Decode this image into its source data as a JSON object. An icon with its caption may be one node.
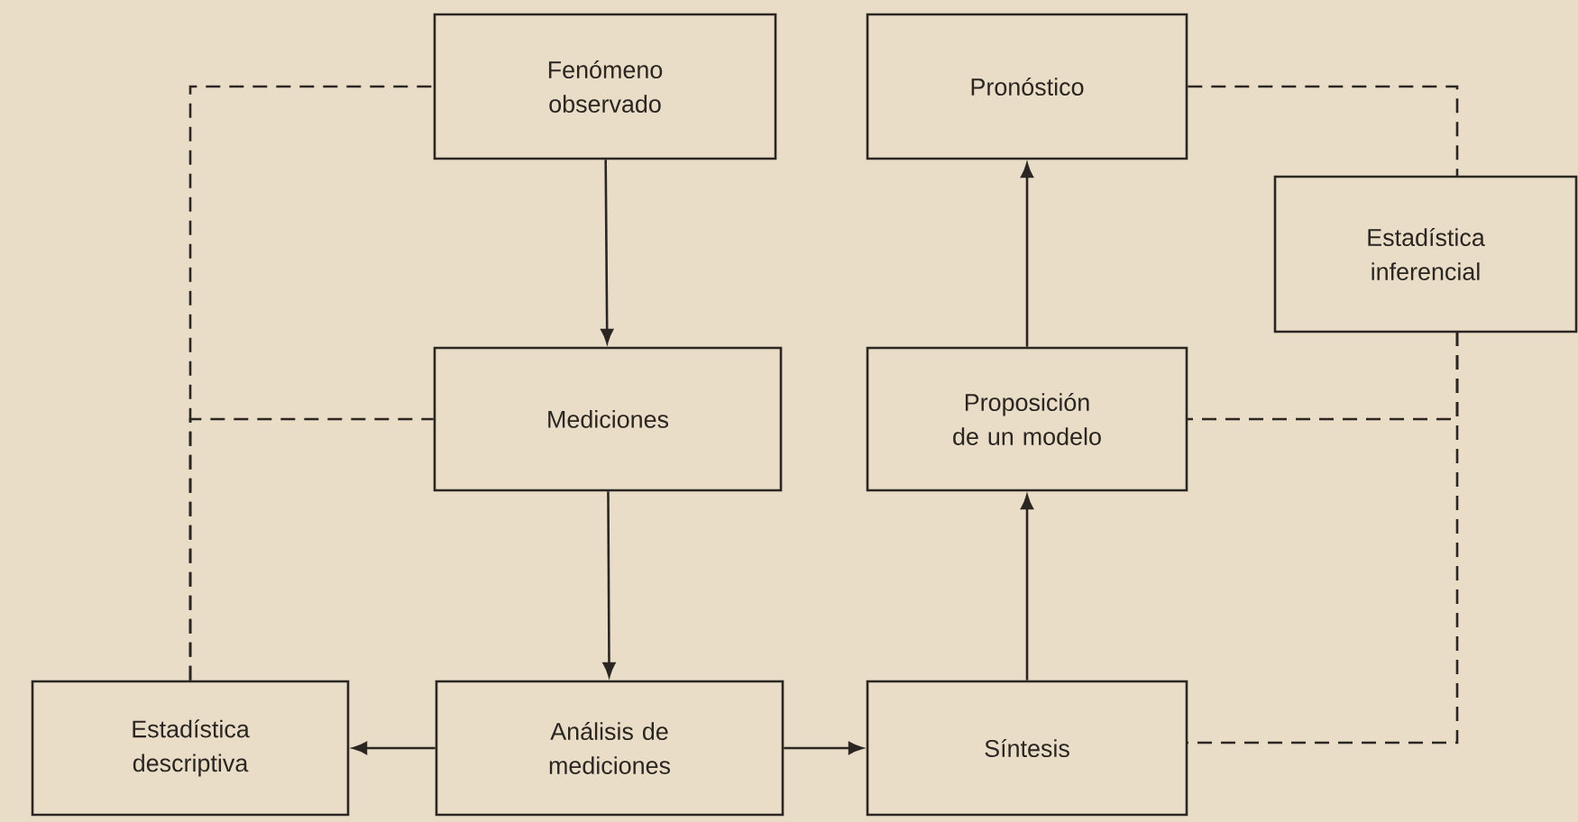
{
  "diagram": {
    "nodes": [
      {
        "text": [
          "Fenómeno observado"
        ]
      },
      {
        "text": [
          "Pronóstico"
        ]
      },
      {
        "text": [
          "Estadística inferencial"
        ]
      },
      {
        "text": [
          "Mediciones"
        ]
      },
      {
        "text": [
          "Proposición de un modelo"
        ]
      },
      {
        "text": [
          "Estadística descriptiva"
        ]
      },
      {
        "text": [
          "Análisis de mediciones"
        ]
      },
      {
        "text": [
          "Síntesis"
        ]
      }
    ],
    "edges": [
      {
        "from": 0,
        "to": 3,
        "arrow": "to"
      },
      {
        "from": 3,
        "to": 6,
        "arrow": "to"
      },
      {
        "from": 6,
        "to": 5,
        "arrow": "to"
      },
      {
        "from": 6,
        "to": 7,
        "arrow": "to"
      },
      {
        "from": 7,
        "to": 4,
        "arrow": "to"
      },
      {
        "from": 4,
        "to": 1,
        "arrow": "to"
      },
      {
        "from": 5,
        "to": 0,
        "arrow": "none",
        "style": "dashed"
      },
      {
        "from": 5,
        "to": 3,
        "arrow": "none",
        "style": "dashed"
      },
      {
        "from": 1,
        "to": 2,
        "arrow": "none",
        "style": "dashed"
      },
      {
        "from": 2,
        "to": 4,
        "arrow": "none",
        "style": "dashed"
      },
      {
        "from": 2,
        "to": 7,
        "arrow": "none",
        "style": "dashed"
      }
    ]
  }
}
